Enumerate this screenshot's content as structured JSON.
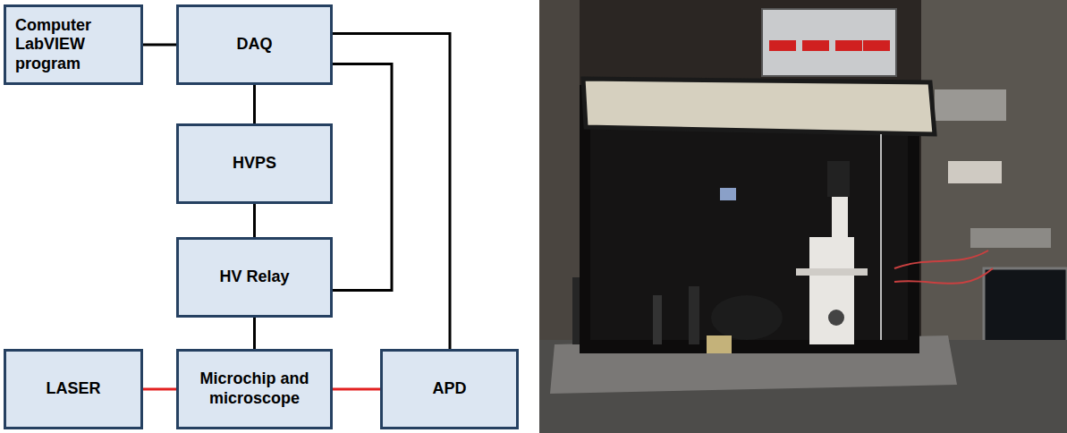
{
  "diagram": {
    "nodes": [
      {
        "text": [
          "Computer LabVIEW program"
        ]
      },
      {
        "text": [
          "DAQ"
        ]
      },
      {
        "text": [
          "HVPS"
        ]
      },
      {
        "text": [
          "HV Relay"
        ]
      },
      {
        "text": [
          "LASER"
        ]
      },
      {
        "text": [
          "Microchip and microscope"
        ]
      },
      {
        "text": [
          "APD"
        ]
      }
    ],
    "edges": [
      {
        "from": 0,
        "to": 1,
        "arrow": "none"
      },
      {
        "from": 1,
        "to": 2,
        "arrow": "none"
      },
      {
        "from": 2,
        "to": 3,
        "arrow": "none"
      },
      {
        "from": 3,
        "to": 5,
        "arrow": "none"
      },
      {
        "from": 1,
        "to": 3,
        "arrow": "none"
      },
      {
        "from": 1,
        "to": 6,
        "arrow": "none"
      },
      {
        "from": 4,
        "to": 5,
        "arrow": "none"
      },
      {
        "from": 5,
        "to": 6,
        "arrow": "none"
      }
    ]
  }
}
